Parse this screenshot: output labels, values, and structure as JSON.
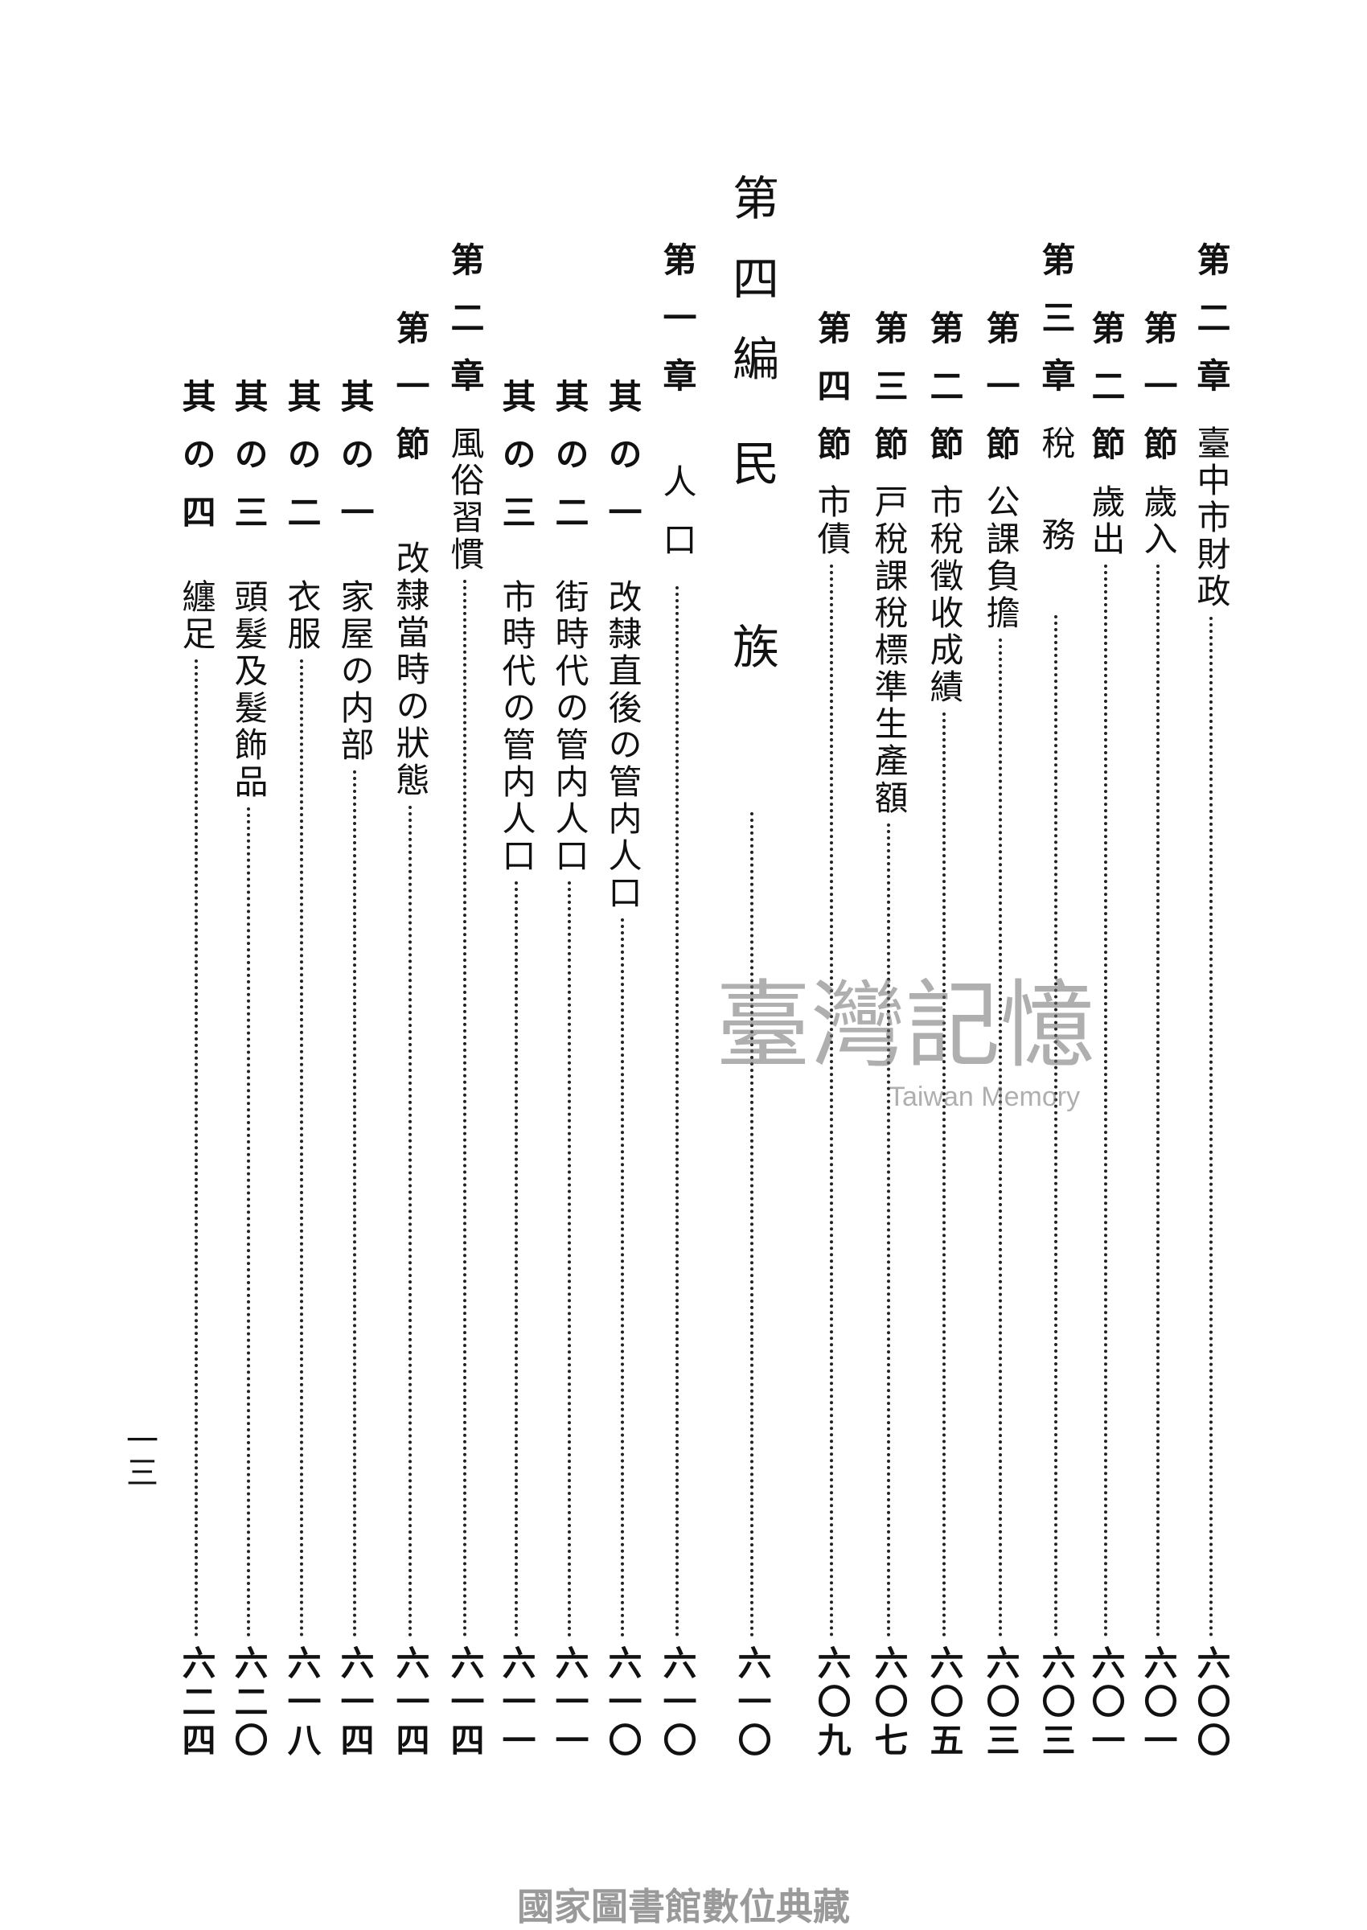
{
  "entries": [
    {
      "head": "第二章",
      "title": "臺中市財政",
      "page": "六〇〇"
    },
    {
      "head": "第一節",
      "title": "歲入",
      "page": "六〇一"
    },
    {
      "head": "第二節",
      "title": "歲出",
      "page": "六〇一"
    },
    {
      "head": "第三章",
      "title": "稅務",
      "page": "六〇三"
    },
    {
      "head": "第一節",
      "title": "公課負擔",
      "page": "六〇三"
    },
    {
      "head": "第二節",
      "title": "市稅徵收成績",
      "page": "六〇五"
    },
    {
      "head": "第三節",
      "title": "戸稅課稅標準生產額",
      "page": "六〇七"
    },
    {
      "head": "第四節",
      "title": "市債",
      "page": "六〇九"
    },
    {
      "head": "第四編",
      "title": "民族",
      "page": "六一〇"
    },
    {
      "head": "第一章",
      "title": "人口",
      "page": "六一〇"
    },
    {
      "head": "其の一",
      "title": "改隸直後の管内人口",
      "page": "六一〇"
    },
    {
      "head": "其の二",
      "title": "街時代の管内人口",
      "page": "六一一"
    },
    {
      "head": "其の三",
      "title": "市時代の管内人口",
      "page": "六一一"
    },
    {
      "head": "第二章",
      "title": "風俗習慣",
      "page": "六一四"
    },
    {
      "head": "第一節",
      "title": "改隸當時の狀態",
      "page": "六一四"
    },
    {
      "head": "其の一",
      "title": "家屋の内部",
      "page": "六一四"
    },
    {
      "head": "其の二",
      "title": "衣服",
      "page": "六一八"
    },
    {
      "head": "其の三",
      "title": "頭髮及髮飾品",
      "page": "六二〇"
    },
    {
      "head": "其の四",
      "title": "纏足",
      "page": "六二四"
    }
  ],
  "folio": "一三",
  "watermark": {
    "main": "臺灣記憶",
    "sub": "Taiwan Memory"
  },
  "footer": "國家圖書館數位典藏"
}
